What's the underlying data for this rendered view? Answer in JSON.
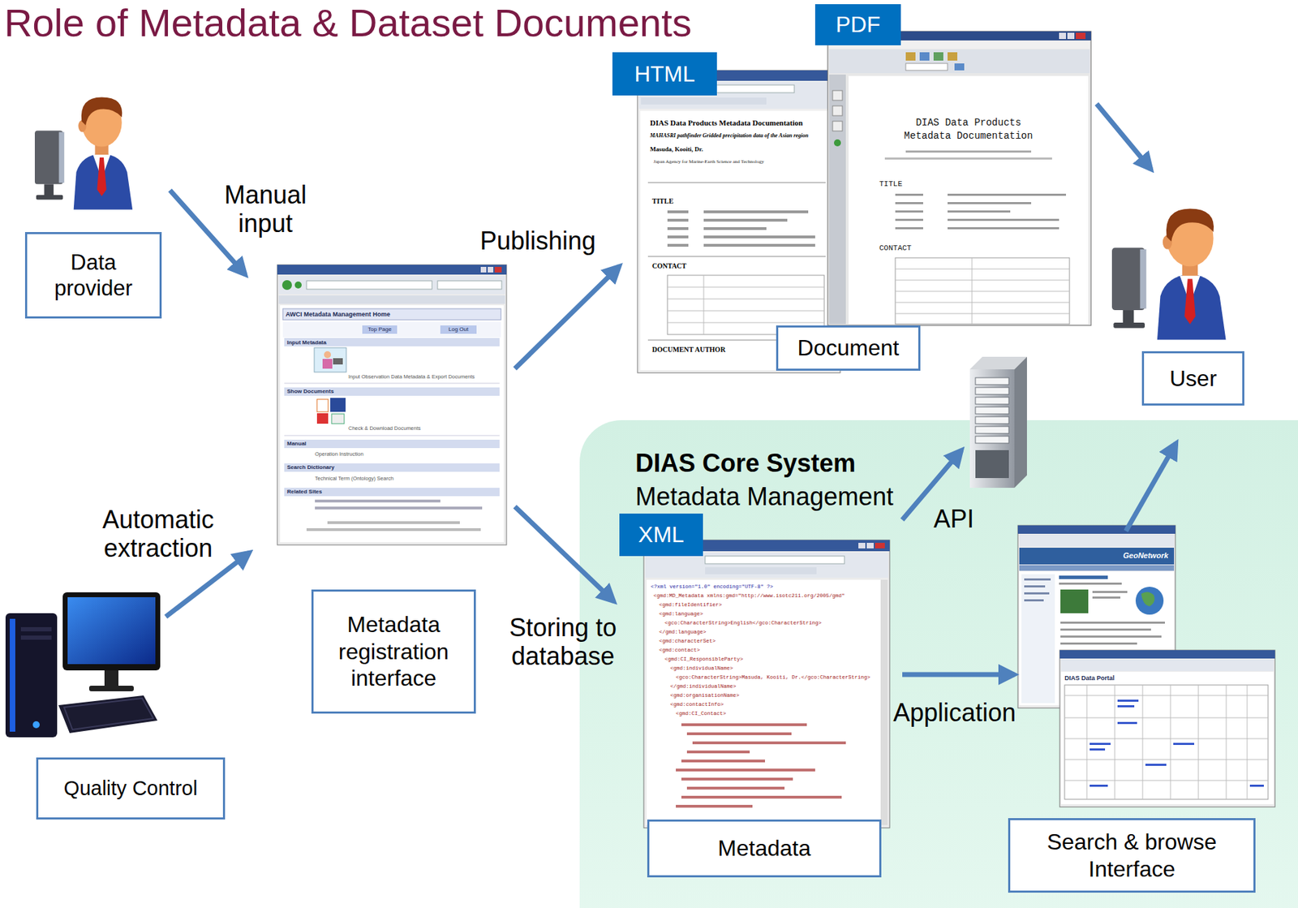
{
  "diagram": {
    "title": "Role of Metadata & Dataset Documents",
    "nodes": [
      {
        "text": [
          "PDF"
        ]
      },
      {
        "text": [
          "HTML"
        ]
      },
      {
        "text": [
          "Data provider"
        ]
      },
      {
        "text": [
          "Document"
        ]
      },
      {
        "text": [
          "User"
        ]
      },
      {
        "text": [
          "DIAS Core System",
          "Metadata Management"
        ]
      },
      {
        "text": [
          "XML"
        ],
        "in": 5
      },
      {
        "text": [
          "Metadata registration interface"
        ]
      },
      {
        "text": [
          "Quality Control"
        ]
      },
      {
        "text": [
          "Metadata"
        ],
        "in": 5
      },
      {
        "text": [
          "Search & browse Interface"
        ],
        "in": 5
      }
    ],
    "labels": [
      "Manual input",
      "Publishing",
      "Automatic extraction",
      "Storing to database",
      "API",
      "Application",
      "AWCI Metadata Management Home",
      "Top Page",
      "Log Out",
      "Input Metadata",
      "Input Observation Data Metadata & Export Documents",
      "Show Documents",
      "Check & Download Documents",
      "Manual",
      "Operation Instruction",
      "Search Dictionary",
      "Technical Term (Ontology) Search",
      "Related Sites",
      "DIAS Data Products Metadata Documentation",
      "MAHASRI pathfinder Gridded precipitation data of the Asian region",
      "Masuda, Kooiti, Dr.",
      "Japan Agency for Marine-Earth Science and Technology",
      "TITLE",
      "CONTACT",
      "DOCUMENT AUTHOR",
      "DIAS Data Products",
      "Metadata Documentation",
      "TITLE",
      "CONTACT",
      "<?xml version=\"1.0\" encoding=\"UTF-8\" ?>",
      "<gmd:MD_Metadata xmlns:gmd=\"http://www.isotc211.org/2005/gmd\"",
      "<gmd:fileIdentifier>",
      "<gmd:language>",
      "<gco:CharacterString>English</gco:CharacterString>",
      "</gmd:language>",
      "<gmd:characterSet>",
      "<gmd:contact>",
      "<gmd:CI_ResponsibleParty>",
      "<gmd:individualName>",
      "<gco:CharacterString>Masuda, Kooiti, Dr.</gco:CharacterString>",
      "</gmd:individualName>",
      "<gmd:organisationName>",
      "<gmd:contactInfo>",
      "<gmd:CI_Contact>",
      "GeoNetwork",
      "DIAS Data Portal"
    ]
  }
}
